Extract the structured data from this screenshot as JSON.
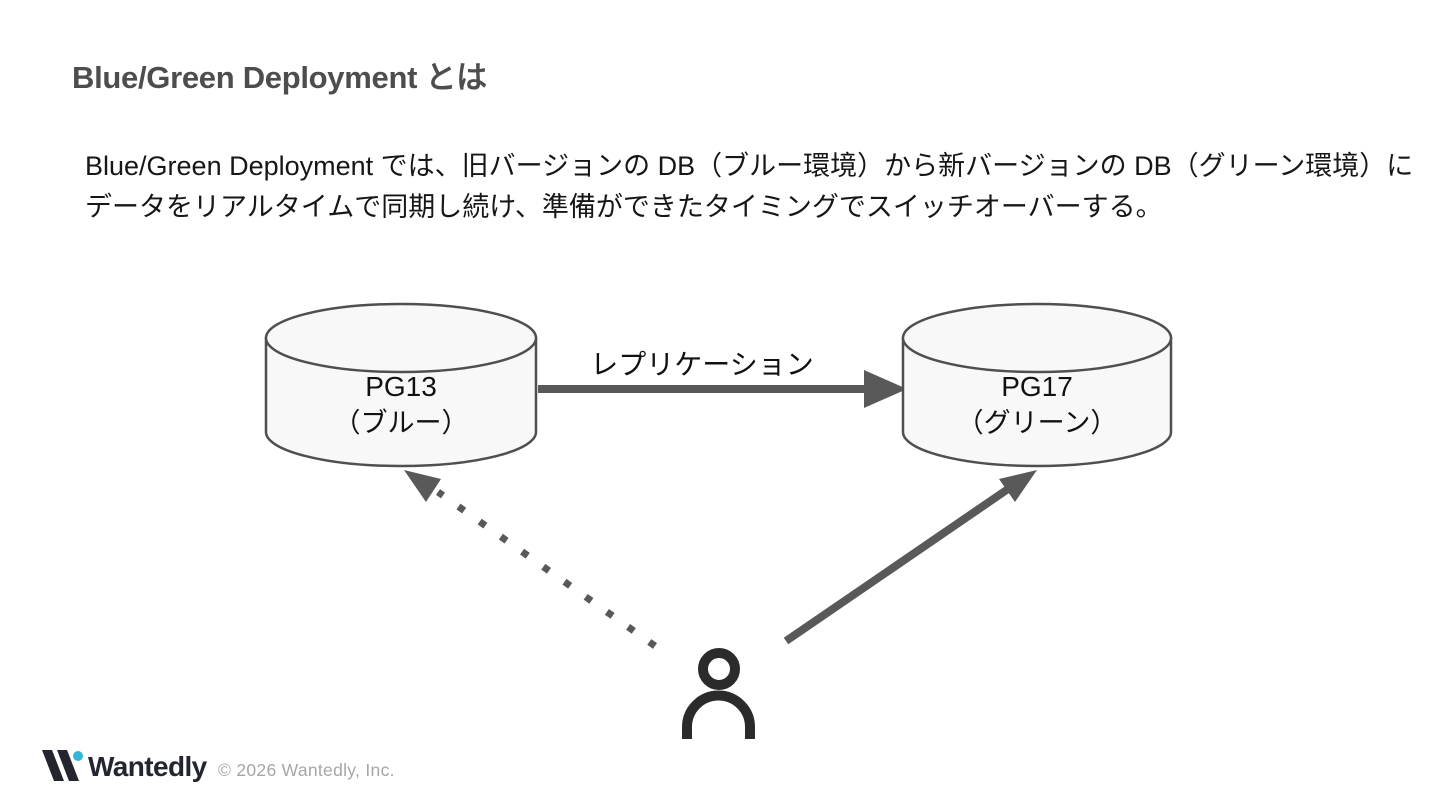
{
  "slide": {
    "title": "Blue/Green Deployment とは",
    "body": {
      "line1": "Blue/Green Deployment では、旧バージョンの DB（ブルー環境）から新バージョンの DB（グリーン環境）に",
      "line2": "データをリアルタイムで同期し続け、準備ができたタイミングでスイッチオーバーする。"
    }
  },
  "diagram": {
    "blue_db": {
      "name": "PG13",
      "env": "（ブルー）"
    },
    "green_db": {
      "name": "PG17",
      "env": "（グリーン）"
    },
    "replication_label": "レプリケーション",
    "colors": {
      "cylinder_fill": "#f8f8f8",
      "cylinder_stroke": "#4f4f4f",
      "arrow": "#595959",
      "person": "#2b2b2b",
      "label_text": "#111111"
    }
  },
  "footer": {
    "brand": "Wantedly",
    "copyright": "© 2026 Wantedly, Inc.",
    "brand_color": "#23262f",
    "accent_dot_color": "#35b6d8"
  }
}
